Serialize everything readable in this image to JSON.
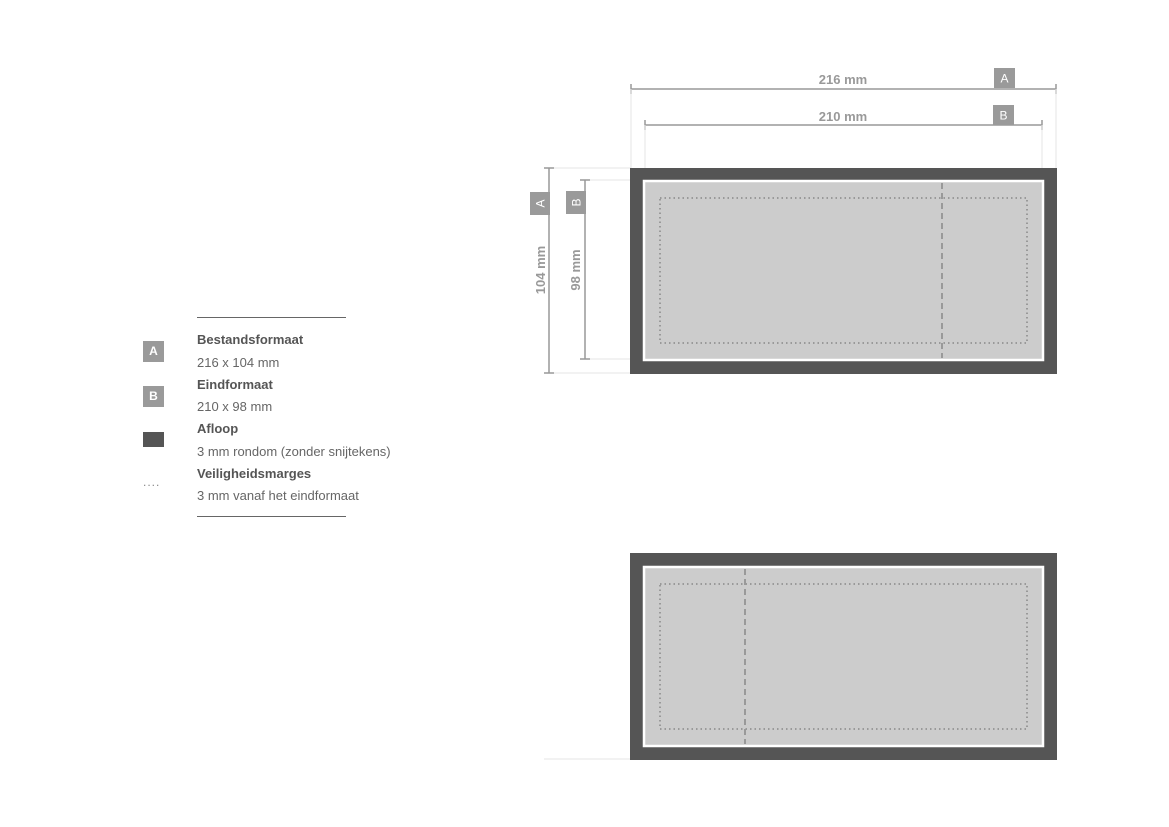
{
  "dimensions": {
    "width_total": "216 mm",
    "width_final": "210 mm",
    "height_total": "104 mm",
    "height_final": "98 mm",
    "marker_a": "A",
    "marker_b": "B"
  },
  "legend": {
    "items": [
      {
        "icon": "badge-a",
        "marker": "A",
        "title": "Bestandsformaat",
        "description": "216 x 104 mm"
      },
      {
        "icon": "badge-b",
        "marker": "B",
        "title": "Eindformaat",
        "description": "210 x 98 mm"
      },
      {
        "icon": "bleed-swatch",
        "title": "Afloop",
        "description": "3 mm rondom (zonder snijtekens)"
      },
      {
        "icon": "dotted-line",
        "marker": "....",
        "title": "Veiligheidsmarges",
        "description": "3 mm vanaf het eindformaat"
      }
    ]
  },
  "colors": {
    "bleed": "#555555",
    "trim_line": "#ffffff",
    "canvas": "#cccccc",
    "dimension_line": "#999999",
    "badge": "#9a9a9a"
  }
}
